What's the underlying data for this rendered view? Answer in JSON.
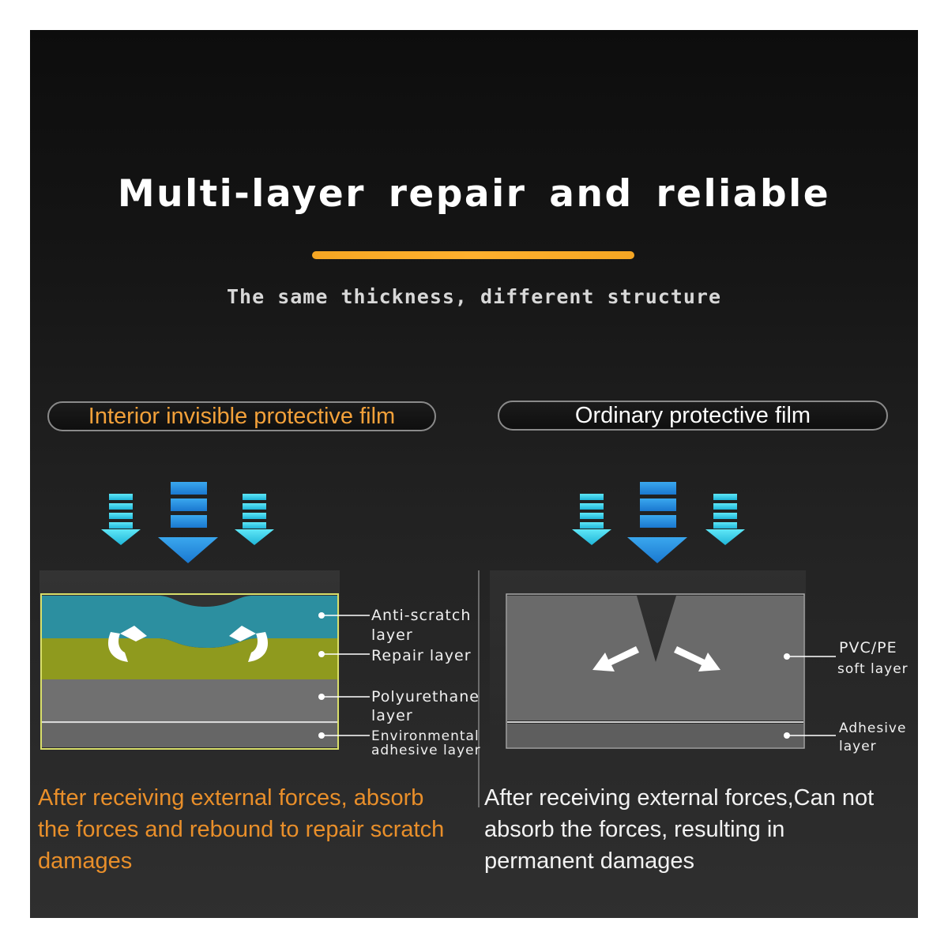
{
  "header": {
    "title": "Multi-layer repair and reliable",
    "subtitle": "The same thickness, different structure"
  },
  "left": {
    "pill": "Interior invisible protective film",
    "layers": {
      "anti_scratch_1": "Anti-scratch",
      "anti_scratch_2": "layer",
      "repair": "Repair layer",
      "polyurethane_1": "Polyurethane",
      "polyurethane_2": "layer",
      "environmental_1": "Environmental",
      "environmental_2": "adhesive layer"
    },
    "caption_lines": [
      "After receiving external forces, absorb",
      "the forces and rebound to repair scratch",
      "damages"
    ]
  },
  "right": {
    "pill": "Ordinary protective film",
    "layers": {
      "pvc_1": "PVC/PE",
      "pvc_2": "soft layer",
      "adhesive_1": "Adhesive",
      "adhesive_2": "layer"
    },
    "caption_lines": [
      "After receiving external forces,Can not",
      "absorb the forces, resulting in",
      "permanent damages"
    ]
  },
  "colors": {
    "accent": "#f5a623",
    "anti_scratch_layer": "#2c8fa0",
    "repair_layer": "#8f9a1e",
    "polyurethane_layer": "#6f6f6f",
    "arrow_cyan": "#33d6ee",
    "arrow_blue": "#2a8fe0"
  }
}
